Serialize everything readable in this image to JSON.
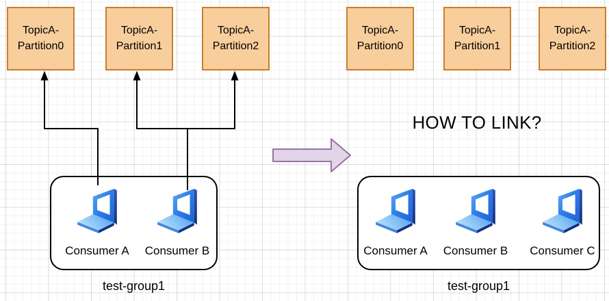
{
  "colors": {
    "partition_fill": "#F8CE9C",
    "partition_border": "#C5802D",
    "connector_line": "#000000",
    "group_border": "#000000",
    "transform_arrow_fill": "#E1D5E7",
    "transform_arrow_border": "#9673A6",
    "laptop_blue": "#2E7FE9",
    "laptop_navy": "#142F7A",
    "laptop_deck_light": "#BFE4FB",
    "grid_minor": "#F2F2F2",
    "grid_major": "#DBDBDB"
  },
  "before": {
    "partitions": [
      "TopicA-\nPartition0",
      "TopicA-\nPartition1",
      "TopicA-\nPartition2"
    ],
    "group": {
      "label": "test-group1",
      "consumers": [
        "Consumer A",
        "Consumer B"
      ]
    },
    "connections": [
      {
        "from": "Consumer A",
        "to": "TopicA-Partition0"
      },
      {
        "from": "Consumer B",
        "to": "TopicA-Partition1"
      },
      {
        "from": "Consumer B",
        "to": "TopicA-Partition2"
      }
    ]
  },
  "after": {
    "question": "HOW TO LINK?",
    "partitions": [
      "TopicA-\nPartition0",
      "TopicA-\nPartition1",
      "TopicA-\nPartition2"
    ],
    "group": {
      "label": "test-group1",
      "consumers": [
        "Consumer A",
        "Consumer B",
        "Consumer C"
      ]
    }
  }
}
